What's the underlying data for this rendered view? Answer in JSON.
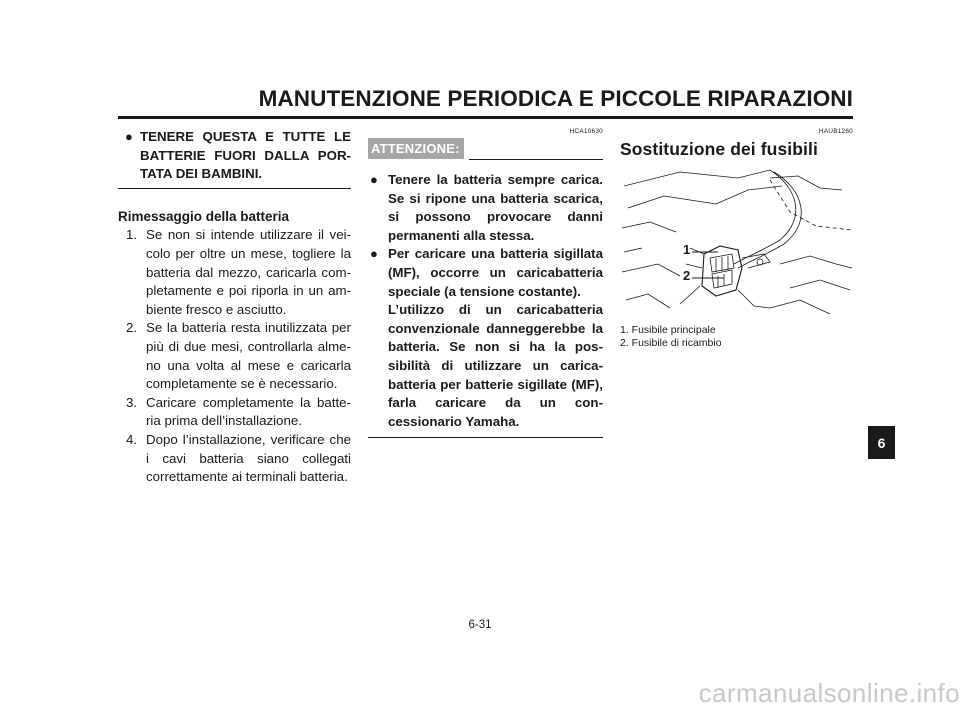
{
  "header": {
    "title": "MANUTENZIONE PERIODICA E PICCOLE RIPARAZIONI"
  },
  "col1": {
    "warning_bullet": "TENERE QUESTA E TUTTE LE BATTERIE FUORI DALLA POR­TATA DEI BAMBINI.",
    "storage_title": "Rimessaggio della batteria",
    "steps": [
      {
        "num": "1.",
        "text": "Se non si intende utilizzare il vei­colo per oltre un mese, togliere la batteria dal mezzo, caricarla com­pletamente e poi riporla in un am­biente fresco e asciutto."
      },
      {
        "num": "2.",
        "text": "Se la batteria resta inutilizzata per più di due mesi, controllarla alme­no una volta al mese e caricarla completamente se è necessario."
      },
      {
        "num": "3.",
        "text": "Caricare completamente la batte­ria prima dell’installazione."
      },
      {
        "num": "4.",
        "text": "Dopo l’installazione, verificare che i cavi batteria siano collegati correttamente ai terminali batte­ria."
      }
    ]
  },
  "col2": {
    "code": "HCA10630",
    "badge": "ATTENZIONE:",
    "bullets": [
      "Tenere la batteria sempre cari­ca. Se si ripone una batteria scarica, si possono provocare danni permanenti alla stessa.",
      "Per caricare una batteria sigil­lata (MF), occorre un caricabat­teria speciale (a tensione co­stante).",
      "L’utilizzo di un caricabatteria convenzionale danneggerebbe la batteria. Se non si ha la pos­sibilità di utilizzare un carica­batteria per batterie sigillate (MF), farla caricare da un con­cessionario Yamaha."
    ]
  },
  "col3": {
    "code": "HAUB1260",
    "section_title": "Sostituzione dei fusibili",
    "callouts": [
      "1",
      "2"
    ],
    "captions": [
      "1. Fusibile principale",
      "2. Fusibile di ricambio"
    ]
  },
  "side_tab": "6",
  "page_number": "6-31",
  "watermark": "carmanualsonline.info",
  "colors": {
    "text": "#1a1a1a",
    "badge_bg": "#a6a6a6",
    "watermark": "#c8c8c8"
  }
}
